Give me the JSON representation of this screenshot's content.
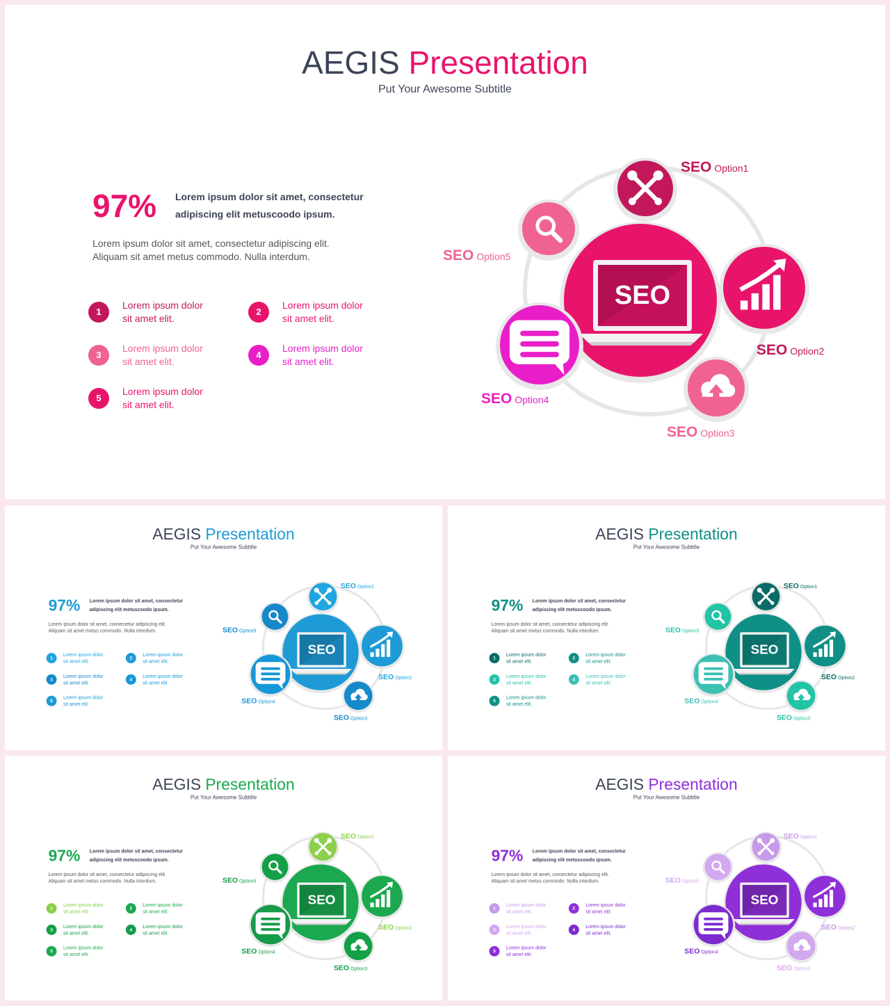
{
  "slides": [
    {
      "title_main": "AEGIS",
      "title_highlight": "Presentation",
      "subtitle": "Put Your Awesome Subtitle",
      "percent": "97%",
      "lead": "Lorem ipsum dolor sit amet, consectetur adipiscing elit metuscoodo ipsum.",
      "body_line1": "Lorem ipsum dolor sit amet, consectetur adipiscing elit.",
      "body_line2": "Aliquam sit amet metus commodo.  Nulla interdum.",
      "items": [
        {
          "num": "1",
          "line1": "Lorem ipsum dolor",
          "line2": "sit amet elit."
        },
        {
          "num": "2",
          "line1": "Lorem ipsum dolor",
          "line2": "sit amet elit."
        },
        {
          "num": "3",
          "line1": "Lorem ipsum dolor",
          "line2": "sit amet elit."
        },
        {
          "num": "4",
          "line1": "Lorem ipsum dolor",
          "line2": "sit amet elit."
        },
        {
          "num": "5",
          "line1": "Lorem ipsum dolor",
          "line2": "sit amet elit."
        }
      ],
      "center_label": "SEO",
      "options": [
        {
          "seo": "SEO",
          "name": "Option1"
        },
        {
          "seo": "SEO",
          "name": "Option2"
        },
        {
          "seo": "SEO",
          "name": "Option3"
        },
        {
          "seo": "SEO",
          "name": "Option4"
        },
        {
          "seo": "SEO",
          "name": "Option5"
        }
      ],
      "palette": {
        "c1": "#e8146c",
        "c2": "#c2185b",
        "c3": "#f06292",
        "c4": "#e91ec8",
        "c5": "#ec407a"
      }
    },
    {
      "title_main": "AEGIS",
      "title_highlight": "Presentation",
      "subtitle": "Put Your Awesome Subtitle",
      "percent": "97%",
      "lead": "Lorem ipsum dolor sit amet, consectetur adipiscing elit metuscoodo ipsum.",
      "body_line1": "Lorem ipsum dolor sit amet, consectetur adipiscing elit.",
      "body_line2": "Aliquam sit amet metus commodo.  Nulla interdum.",
      "items": [
        {
          "num": "1",
          "line1": "Lorem ipsum dolor",
          "line2": "sit amet elit."
        },
        {
          "num": "2",
          "line1": "Lorem ipsum dolor",
          "line2": "sit amet elit."
        },
        {
          "num": "3",
          "line1": "Lorem ipsum dolor",
          "line2": "sit amet elit."
        },
        {
          "num": "4",
          "line1": "Lorem ipsum dolor",
          "line2": "sit amet elit."
        },
        {
          "num": "5",
          "line1": "Lorem ipsum dolor",
          "line2": "sit amet elit."
        }
      ],
      "center_label": "SEO",
      "options": [
        {
          "seo": "SEO",
          "name": "Option1"
        },
        {
          "seo": "SEO",
          "name": "Option2"
        },
        {
          "seo": "SEO",
          "name": "Option3"
        },
        {
          "seo": "SEO",
          "name": "Option4"
        },
        {
          "seo": "SEO",
          "name": "Option5"
        }
      ],
      "palette": {
        "c1": "#1e9ad6",
        "c2": "#1fa6df",
        "c3": "#1589c9",
        "c4": "#1697d8",
        "c5": "#5b8ccc"
      }
    },
    {
      "title_main": "AEGIS",
      "title_highlight": "Presentation",
      "subtitle": "Put Your Awesome Subtitle",
      "percent": "97%",
      "lead": "Lorem ipsum dolor sit amet, consectetur adipiscing elit metuscoodo ipsum.",
      "body_line1": "Lorem ipsum dolor sit amet, consectetur adipiscing elit.",
      "body_line2": "Aliquam sit amet metus commodo.  Nulla interdum.",
      "items": [
        {
          "num": "1",
          "line1": "Lorem ipsum dolor",
          "line2": "sit amet elit."
        },
        {
          "num": "2",
          "line1": "Lorem ipsum dolor",
          "line2": "sit amet elit."
        },
        {
          "num": "3",
          "line1": "Lorem ipsum dolor",
          "line2": "sit amet elit."
        },
        {
          "num": "4",
          "line1": "Lorem ipsum dolor",
          "line2": "sit amet elit."
        },
        {
          "num": "5",
          "line1": "Lorem ipsum dolor",
          "line2": "sit amet elit."
        }
      ],
      "center_label": "SEO",
      "options": [
        {
          "seo": "SEO",
          "name": "Option1"
        },
        {
          "seo": "SEO",
          "name": "Option2"
        },
        {
          "seo": "SEO",
          "name": "Option3"
        },
        {
          "seo": "SEO",
          "name": "Option4"
        },
        {
          "seo": "SEO",
          "name": "Option5"
        }
      ],
      "palette": {
        "c1": "#0f8f86",
        "c2": "#0b6b66",
        "c3": "#22c4a6",
        "c4": "#3cc0b3",
        "c5": "#159c8f"
      }
    },
    {
      "title_main": "AEGIS",
      "title_highlight": "Presentation",
      "subtitle": "Put Your Awesome Subtitle",
      "percent": "97%",
      "lead": "Lorem ipsum dolor sit amet, consectetur adipiscing elit metuscoodo ipsum.",
      "body_line1": "Lorem ipsum dolor sit amet, consectetur adipiscing elit.",
      "body_line2": "Aliquam sit amet metus commodo.  Nulla interdum.",
      "items": [
        {
          "num": "1",
          "line1": "Lorem ipsum dolor",
          "line2": "sit amet elit."
        },
        {
          "num": "2",
          "line1": "Lorem ipsum dolor",
          "line2": "sit amet elit."
        },
        {
          "num": "3",
          "line1": "Lorem ipsum dolor",
          "line2": "sit amet elit."
        },
        {
          "num": "4",
          "line1": "Lorem ipsum dolor",
          "line2": "sit amet elit."
        },
        {
          "num": "5",
          "line1": "Lorem ipsum dolor",
          "line2": "sit amet elit."
        }
      ],
      "center_label": "SEO",
      "options": [
        {
          "seo": "SEO",
          "name": "Option1"
        },
        {
          "seo": "SEO",
          "name": "Option2"
        },
        {
          "seo": "SEO",
          "name": "Option3"
        },
        {
          "seo": "SEO",
          "name": "Option4"
        },
        {
          "seo": "SEO",
          "name": "Option5"
        }
      ],
      "palette": {
        "c1": "#1ba84f",
        "c2": "#8ccf4a",
        "c3": "#13a046",
        "c4": "#179a4a",
        "c5": "#148c3f"
      }
    },
    {
      "title_main": "AEGIS",
      "title_highlight": "Presentation",
      "subtitle": "Put Your Awesome Subtitle",
      "percent": "97%",
      "lead": "Lorem ipsum dolor sit amet, consectetur adipiscing elit metuscoodo ipsum.",
      "body_line1": "Lorem ipsum dolor sit amet, consectetur adipiscing elit.",
      "body_line2": "Aliquam sit amet metus commodo.  Nulla interdum.",
      "items": [
        {
          "num": "1",
          "line1": "Lorem ipsum dolor",
          "line2": "sit amet elit."
        },
        {
          "num": "2",
          "line1": "Lorem ipsum dolor",
          "line2": "sit amet elit."
        },
        {
          "num": "3",
          "line1": "Lorem ipsum dolor",
          "line2": "sit amet elit."
        },
        {
          "num": "4",
          "line1": "Lorem ipsum dolor",
          "line2": "sit amet elit."
        },
        {
          "num": "5",
          "line1": "Lorem ipsum dolor",
          "line2": "sit amet elit."
        }
      ],
      "center_label": "SEO",
      "options": [
        {
          "seo": "SEO",
          "name": "Option1"
        },
        {
          "seo": "SEO",
          "name": "Option2"
        },
        {
          "seo": "SEO",
          "name": "Option3"
        },
        {
          "seo": "SEO",
          "name": "Option4"
        },
        {
          "seo": "SEO",
          "name": "Option5"
        }
      ],
      "palette": {
        "c1": "#8e2fd8",
        "c2": "#c69ae8",
        "c3": "#d2a8ef",
        "c4": "#7d2bd0",
        "c5": "#b07ce0"
      }
    }
  ]
}
